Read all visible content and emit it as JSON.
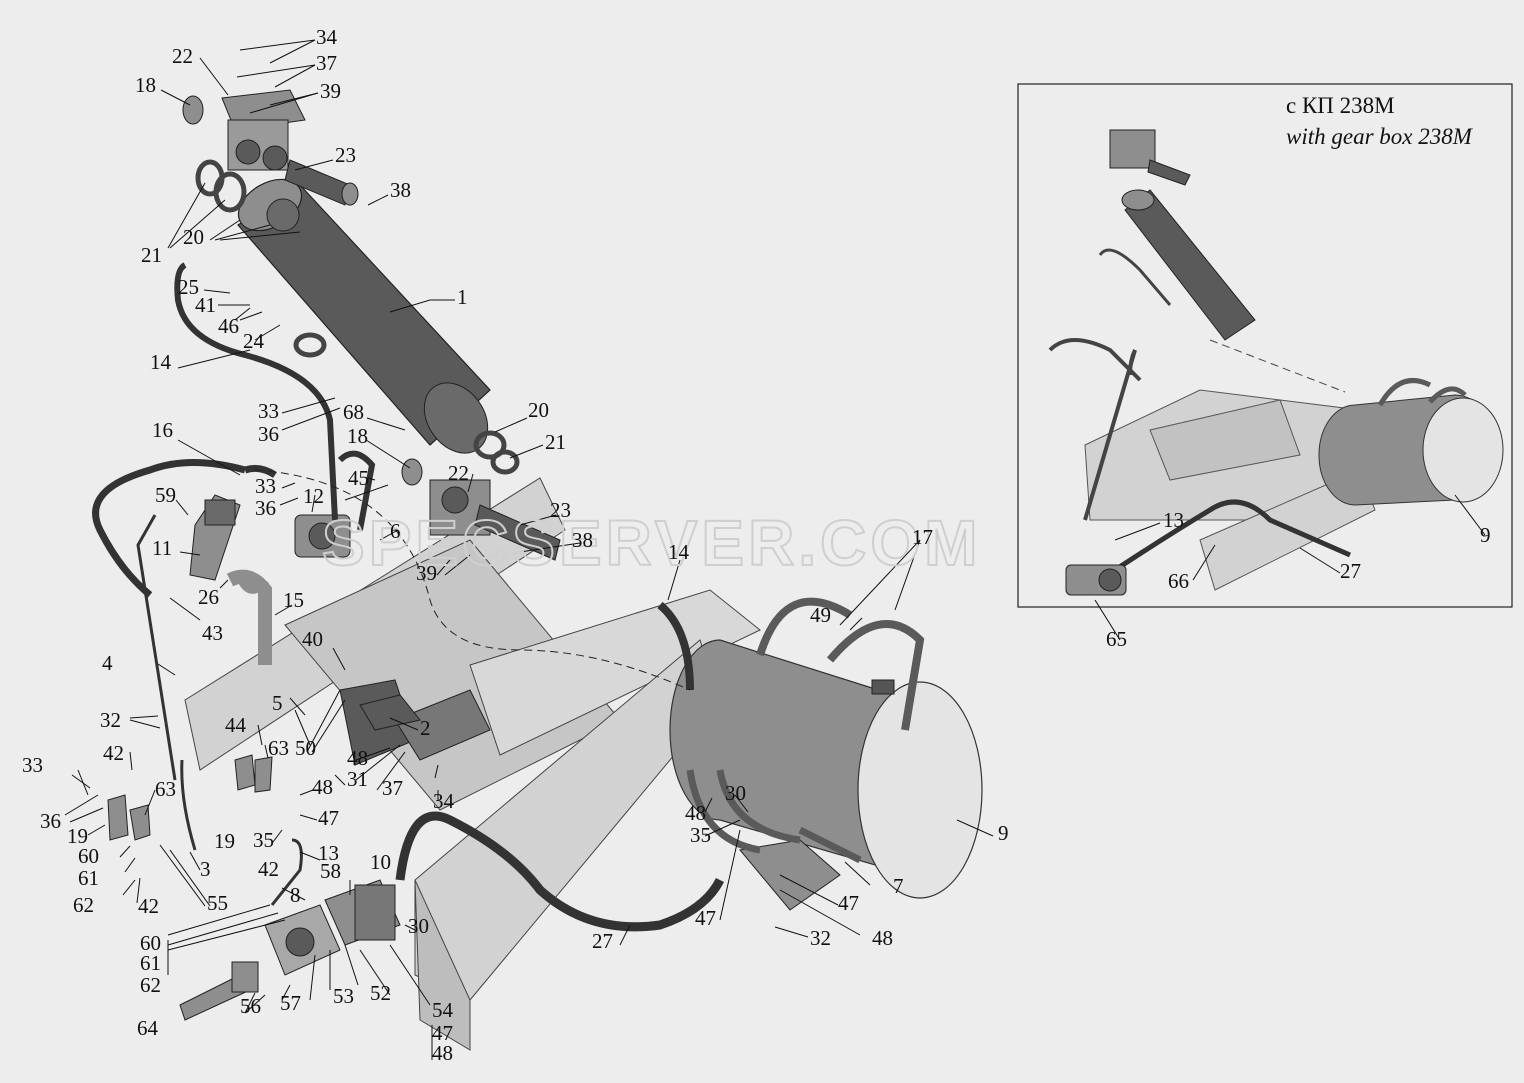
{
  "inset": {
    "title": "с КП 238М",
    "subtitle": "with gear box 238M"
  },
  "watermark": "SPECSERVER.COM",
  "colors": {
    "background": "#ededed",
    "part_fill": "#8e8e8e",
    "part_dark": "#5a5a5a",
    "frame_fill": "#d2d2d2",
    "tank_end": "#e4e4e4",
    "line": "#111111"
  },
  "labels": {
    "l1": "1",
    "l2": "2",
    "l3": "3",
    "l4": "4",
    "l5": "5",
    "l6": "6",
    "l7": "7",
    "l8": "8",
    "l9": "9",
    "l10": "10",
    "l11": "11",
    "l12": "12",
    "l13": "13",
    "l14": "14",
    "l15": "15",
    "l16": "16",
    "l17": "17",
    "l18": "18",
    "l19": "19",
    "l20": "20",
    "l21": "21",
    "l22": "22",
    "l23": "23",
    "l24": "24",
    "l25": "25",
    "l26": "26",
    "l27": "27",
    "l30": "30",
    "l31": "31",
    "l32": "32",
    "l33": "33",
    "l34": "34",
    "l35": "35",
    "l36": "36",
    "l37": "37",
    "l38": "38",
    "l39": "39",
    "l40": "40",
    "l41": "41",
    "l42": "42",
    "l43": "43",
    "l44": "44",
    "l45": "45",
    "l46": "46",
    "l47": "47",
    "l48": "48",
    "l49": "49",
    "l50": "50",
    "l52": "52",
    "l53": "53",
    "l54": "54",
    "l55": "55",
    "l56": "56",
    "l57": "57",
    "l58": "58",
    "l59": "59",
    "l60": "60",
    "l61": "61",
    "l62": "62",
    "l63": "63",
    "l64": "64",
    "l65": "65",
    "l66": "66",
    "l68": "68"
  }
}
